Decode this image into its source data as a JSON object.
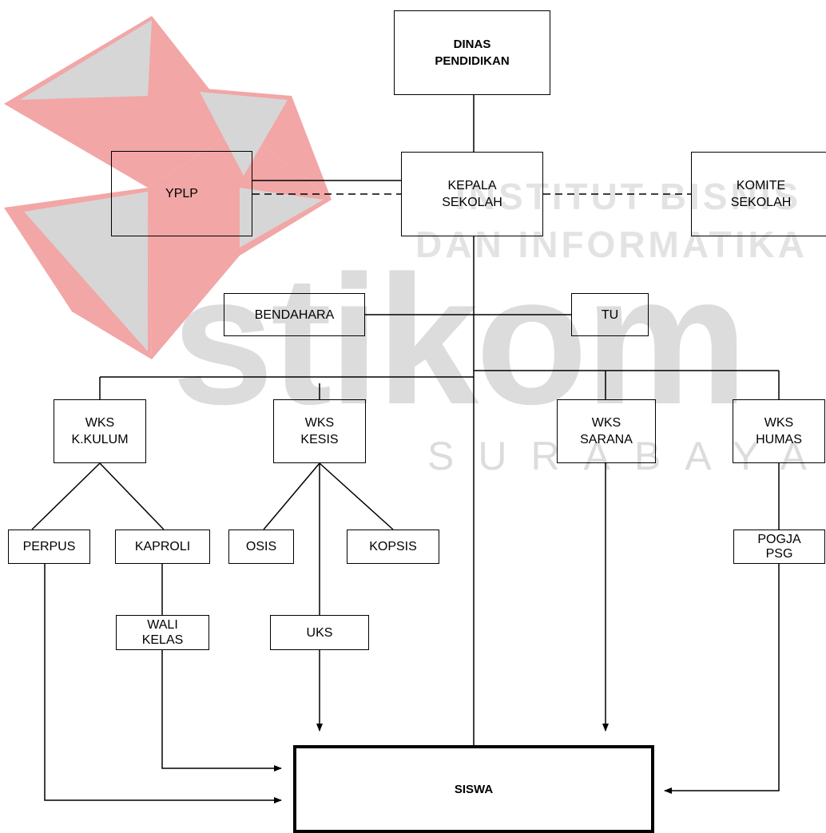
{
  "watermark": {
    "logo_text": "stikom",
    "line1": "INSTITUT BISNIS",
    "line2": "DAN INFORMATIKA",
    "city": "SURABAYA",
    "colors": {
      "red": "#f2a6a6",
      "gray": "#d4d4d4",
      "text": "#e3e3e3"
    }
  },
  "nodes": {
    "dinas": "DINAS\nPENDIDIKAN",
    "yplp": "YPLP",
    "kepala": "KEPALA\nSEKOLAH",
    "komite": "KOMITE\nSEKOLAH",
    "bendahara": "BENDAHARA",
    "tu": "TU",
    "wks_kurikulum": "WKS\nK.KULUM",
    "wks_kesis": "WKS\nKESIS",
    "wks_sarana": "WKS\nSARANA",
    "wks_humas": "WKS\nHUMAS",
    "perpus": "PERPUS",
    "kaproli": "KAPROLI",
    "osis": "OSIS",
    "kopsis": "KOPSIS",
    "pogja": "POGJA\nPSG",
    "wali_kelas": "WALI\nKELAS",
    "uks": "UKS",
    "siswa": "SISWA"
  }
}
